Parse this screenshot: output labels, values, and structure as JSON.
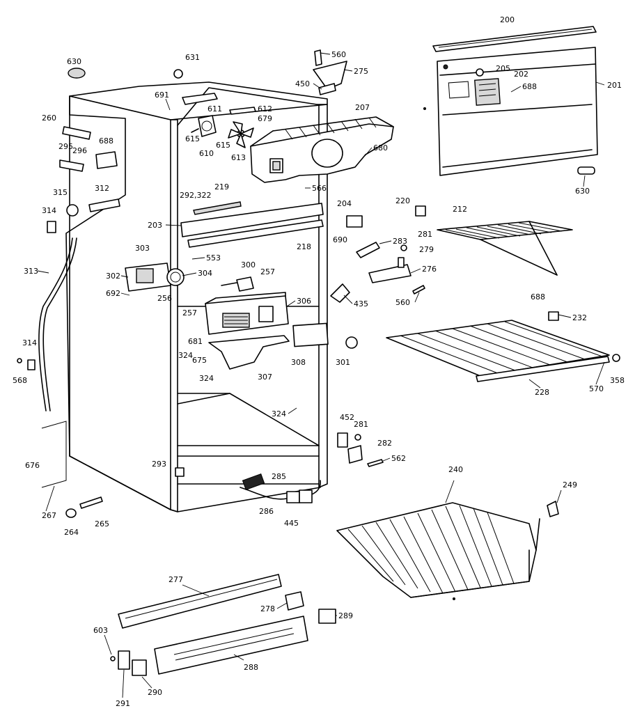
{
  "labels": [
    {
      "id": "p200",
      "text": "200"
    },
    {
      "id": "p201",
      "text": "201"
    },
    {
      "id": "p202",
      "text": "202"
    },
    {
      "id": "p205",
      "text": "205"
    },
    {
      "id": "p688a",
      "text": "688"
    },
    {
      "id": "p630b",
      "text": "630"
    },
    {
      "id": "p630a",
      "text": "630"
    },
    {
      "id": "p631",
      "text": "631"
    },
    {
      "id": "p691",
      "text": "691"
    },
    {
      "id": "p611",
      "text": "611"
    },
    {
      "id": "p612",
      "text": "612"
    },
    {
      "id": "p679",
      "text": "679"
    },
    {
      "id": "p560a",
      "text": "560"
    },
    {
      "id": "p275",
      "text": "275"
    },
    {
      "id": "p450",
      "text": "450"
    },
    {
      "id": "p207",
      "text": "207"
    },
    {
      "id": "p680",
      "text": "680"
    },
    {
      "id": "p260",
      "text": "260"
    },
    {
      "id": "p688b",
      "text": "688"
    },
    {
      "id": "p295",
      "text": "295"
    },
    {
      "id": "p296",
      "text": "296"
    },
    {
      "id": "p615a",
      "text": "615"
    },
    {
      "id": "p615b",
      "text": "615"
    },
    {
      "id": "p610",
      "text": "610"
    },
    {
      "id": "p613",
      "text": "613"
    },
    {
      "id": "p566",
      "text": "566"
    },
    {
      "id": "p292",
      "text": "292,322"
    },
    {
      "id": "p219",
      "text": "219"
    },
    {
      "id": "p315",
      "text": "315"
    },
    {
      "id": "p312",
      "text": "312"
    },
    {
      "id": "p314a",
      "text": "314"
    },
    {
      "id": "p203",
      "text": "203"
    },
    {
      "id": "p204",
      "text": "204"
    },
    {
      "id": "p220",
      "text": "220"
    },
    {
      "id": "p212",
      "text": "212"
    },
    {
      "id": "p218",
      "text": "218"
    },
    {
      "id": "p281a",
      "text": "281"
    },
    {
      "id": "p283",
      "text": "283"
    },
    {
      "id": "p690",
      "text": "690"
    },
    {
      "id": "p279",
      "text": "279"
    },
    {
      "id": "p313",
      "text": "313"
    },
    {
      "id": "p303",
      "text": "303"
    },
    {
      "id": "p553",
      "text": "553"
    },
    {
      "id": "p276",
      "text": "276"
    },
    {
      "id": "p300",
      "text": "300"
    },
    {
      "id": "p257a",
      "text": "257"
    },
    {
      "id": "p302",
      "text": "302"
    },
    {
      "id": "p304",
      "text": "304"
    },
    {
      "id": "p692",
      "text": "692"
    },
    {
      "id": "p256",
      "text": "256"
    },
    {
      "id": "p306",
      "text": "306"
    },
    {
      "id": "p560b",
      "text": "560"
    },
    {
      "id": "p435",
      "text": "435"
    },
    {
      "id": "p688c",
      "text": "688"
    },
    {
      "id": "p232",
      "text": "232"
    },
    {
      "id": "p257b",
      "text": "257"
    },
    {
      "id": "p681",
      "text": "681"
    },
    {
      "id": "p324a",
      "text": "324"
    },
    {
      "id": "p675",
      "text": "675"
    },
    {
      "id": "p308",
      "text": "308"
    },
    {
      "id": "p301",
      "text": "301"
    },
    {
      "id": "p307",
      "text": "307"
    },
    {
      "id": "p314b",
      "text": "314"
    },
    {
      "id": "p568",
      "text": "568"
    },
    {
      "id": "p324b",
      "text": "324"
    },
    {
      "id": "p228",
      "text": "228"
    },
    {
      "id": "p570",
      "text": "570"
    },
    {
      "id": "p358",
      "text": "358"
    },
    {
      "id": "p324c",
      "text": "324"
    },
    {
      "id": "p452",
      "text": "452"
    },
    {
      "id": "p281b",
      "text": "281"
    },
    {
      "id": "p282",
      "text": "282"
    },
    {
      "id": "p562",
      "text": "562"
    },
    {
      "id": "p676",
      "text": "676"
    },
    {
      "id": "p293",
      "text": "293"
    },
    {
      "id": "p285",
      "text": "285"
    },
    {
      "id": "p240",
      "text": "240"
    },
    {
      "id": "p249",
      "text": "249"
    },
    {
      "id": "p267",
      "text": "267"
    },
    {
      "id": "p286",
      "text": "286"
    },
    {
      "id": "p445",
      "text": "445"
    },
    {
      "id": "p264",
      "text": "264"
    },
    {
      "id": "p265",
      "text": "265"
    },
    {
      "id": "p277",
      "text": "277"
    },
    {
      "id": "p278",
      "text": "278"
    },
    {
      "id": "p289",
      "text": "289"
    },
    {
      "id": "p603",
      "text": "603"
    },
    {
      "id": "p288",
      "text": "288"
    },
    {
      "id": "p290",
      "text": "290"
    },
    {
      "id": "p291",
      "text": "291"
    }
  ]
}
